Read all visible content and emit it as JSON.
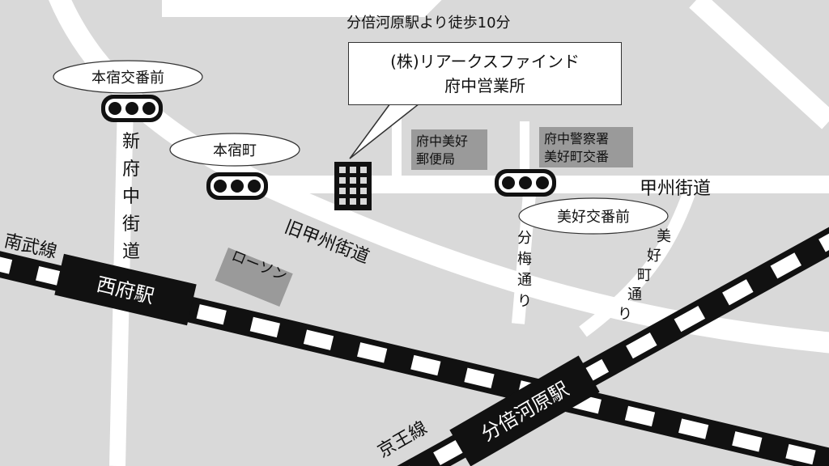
{
  "walk_note": "分倍河原駅より徒歩10分",
  "company": {
    "name": "(株)リアークスファインド",
    "branch": "府中営業所"
  },
  "signals": [
    {
      "name": "本宿交番前"
    },
    {
      "name": "本宿町"
    },
    {
      "name": "美好交番前"
    }
  ],
  "roads": {
    "shin_fuchu": "新府中街道",
    "kyu_koshu": "旧甲州街道",
    "koshu": "甲州街道",
    "bubai_dori": "分梅通り",
    "miyoshi_dori": "美好町通り"
  },
  "landmarks": {
    "post_office": [
      "府中美好",
      "郵便局"
    ],
    "police": [
      "府中警察署",
      "美好町交番"
    ],
    "lawson": "ローソン"
  },
  "stations": {
    "nishifuchu": "西府駅",
    "bubaigawara": "分倍河原駅"
  },
  "railways": {
    "nambu": "南武線",
    "keio": "京王線"
  },
  "colors": {
    "background": "#d9d9d9",
    "road": "#ffffff",
    "rail": "#111111",
    "landmark_box": "#9a9a9a"
  },
  "icons": {
    "traffic_signal": "traffic-light-icon",
    "office": "building-icon"
  }
}
